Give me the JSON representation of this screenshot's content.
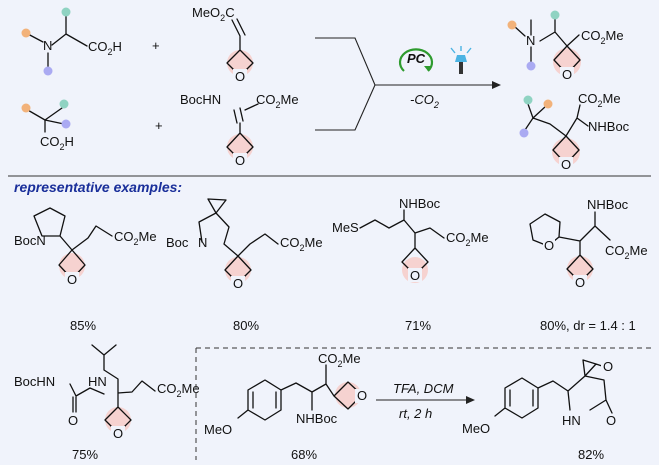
{
  "colors": {
    "background": "#f0f3fb",
    "heading": "#1a2f9a",
    "oxygen": "#cc1f1f",
    "highlight": "#f6d2d0",
    "dot_orange": "#f2b27a",
    "dot_teal": "#8fd3c2",
    "dot_lavender": "#aaaaf2",
    "pc_ring": "#2e9b2e",
    "light_icon": "#4bb3e3"
  },
  "icons": [
    "photocatalyst-cycle-icon",
    "blue-light-icon",
    "reaction-arrow-icon"
  ],
  "reaction": {
    "reagent_1": {
      "amine": "N",
      "acid": "CO",
      "acid_sub": "2",
      "acid_end": "H"
    },
    "reagent_2": {
      "ester": "MeO",
      "ester_sub": "2",
      "ester_end": "C",
      "oxygen": "O"
    },
    "reagent_3": {
      "acid": "CO",
      "acid_sub": "2",
      "acid_end": "H"
    },
    "reagent_4": {
      "boc": "BocHN",
      "ester": "CO",
      "ester_sub": "2",
      "ester_end": "Me",
      "oxygen": "O"
    },
    "plus": "+",
    "catalyst": "PC",
    "byproduct": "-CO",
    "byproduct_sub": "2",
    "product_1": {
      "amine": "N",
      "ester": "CO",
      "ester_sub": "2",
      "ester_end": "Me",
      "oxygen": "O"
    },
    "product_2": {
      "ester": "CO",
      "ester_sub": "2",
      "ester_end": "Me",
      "boc": "NHBoc",
      "oxygen": "O"
    }
  },
  "section_heading": "representative examples:",
  "examples": [
    {
      "yield": "85%",
      "labels": {
        "boc": "BocN",
        "ester": "CO",
        "ester_sub": "2",
        "ester_end": "Me",
        "oxygen": "O"
      }
    },
    {
      "yield": "80%",
      "labels": {
        "boc": "Boc",
        "n": "N",
        "ester": "CO",
        "ester_sub": "2",
        "ester_end": "Me",
        "oxygen": "O"
      }
    },
    {
      "yield": "71%",
      "labels": {
        "mes": "MeS",
        "boc": "NHBoc",
        "ester": "CO",
        "ester_sub": "2",
        "ester_end": "Me",
        "oxygen": "O"
      }
    },
    {
      "yield": "80%, dr = 1.4 : 1",
      "labels": {
        "ring_o": "O",
        "boc": "NHBoc",
        "ester": "CO",
        "ester_sub": "2",
        "ester_end": "Me",
        "oxygen": "O"
      }
    },
    {
      "yield": "75%",
      "labels": {
        "bochn": "BocHN",
        "hn": "HN",
        "carbonyl": "O",
        "ester": "CO",
        "ester_sub": "2",
        "ester_end": "Me",
        "oxygen": "O"
      }
    },
    {
      "yield": "68%",
      "labels": {
        "meo": "MeO",
        "boc": "NHBoc",
        "ester": "CO",
        "ester_sub": "2",
        "ester_end": "Me",
        "oxygen": "O"
      }
    }
  ],
  "transformation": {
    "conditions_top": "TFA, DCM",
    "conditions_bottom": "rt, 2 h",
    "product": {
      "meo": "MeO",
      "hn": "HN",
      "carbonyl": "O",
      "oxygen": "O"
    },
    "yield": "82%"
  }
}
